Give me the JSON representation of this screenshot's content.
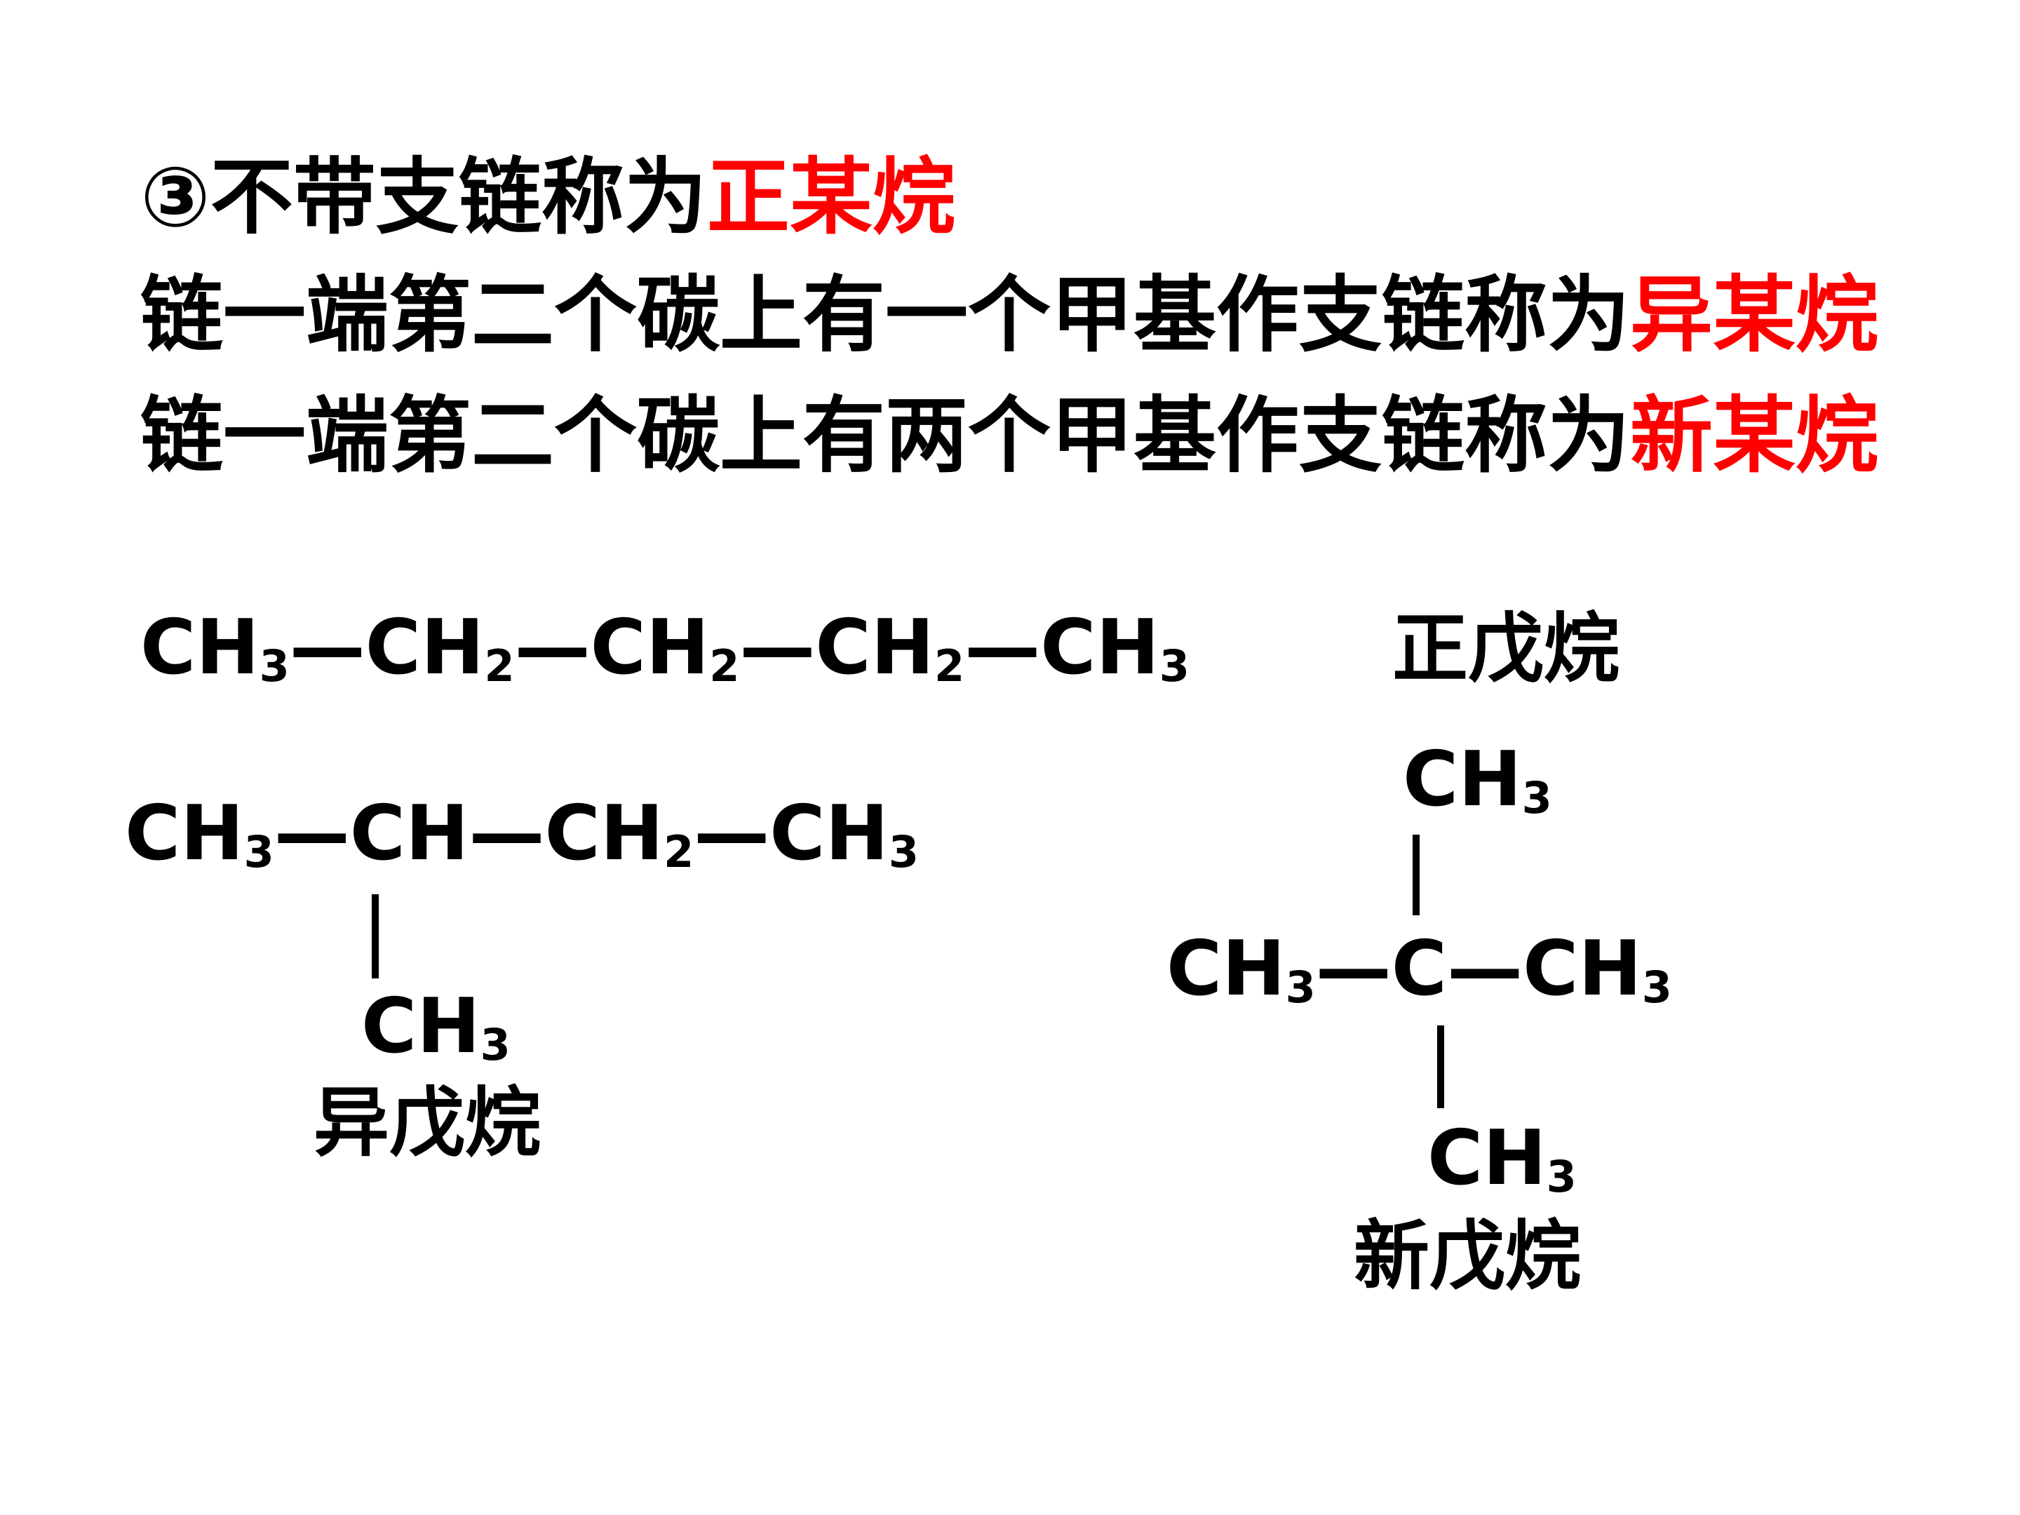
{
  "heading": {
    "line1": {
      "prefix": "③不带支链称为",
      "highlight": "正某烷"
    },
    "line2": {
      "prefix": "链一端第二个碳上有一个甲基作支链称为",
      "highlight": "异某烷"
    },
    "line3": {
      "prefix": "链一端第二个碳上有两个甲基作支链称为",
      "highlight": "新某烷"
    }
  },
  "colors": {
    "highlight": "#ff0000",
    "text": "#000000",
    "background": "#ffffff"
  },
  "n_pentane": {
    "groups": [
      {
        "base": "CH",
        "sub": "3"
      },
      {
        "base": "CH",
        "sub": "2"
      },
      {
        "base": "CH",
        "sub": "2"
      },
      {
        "base": "CH",
        "sub": "2"
      },
      {
        "base": "CH",
        "sub": "3"
      }
    ],
    "bond": "—",
    "name": "正戊烷"
  },
  "isopentane": {
    "main": [
      {
        "base": "CH",
        "sub": "3"
      },
      {
        "base": "CH",
        "sub": ""
      },
      {
        "base": "CH",
        "sub": "2"
      },
      {
        "base": "CH",
        "sub": "3"
      }
    ],
    "branch": {
      "base": "CH",
      "sub": "3"
    },
    "bond": "—",
    "name": "异戊烷"
  },
  "neopentane": {
    "top": {
      "base": "CH",
      "sub": "3"
    },
    "left": {
      "base": "CH",
      "sub": "3"
    },
    "center": "C",
    "right": {
      "base": "CH",
      "sub": "3"
    },
    "bottom": {
      "base": "CH",
      "sub": "3"
    },
    "bond": "—",
    "name": "新戊烷"
  }
}
